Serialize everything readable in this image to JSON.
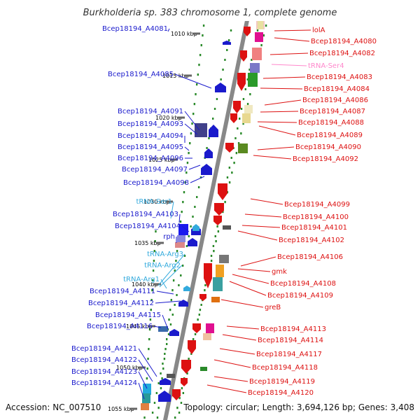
{
  "title": "Burkholderia sp. 383 chromosome 1, complete genome",
  "footer": {
    "accession": "Accession: NC_007510",
    "info": "Topology: circular; Length: 3,694,126 bp; Genes: 3,408"
  },
  "colors": {
    "left_gene": "#1a1acc",
    "right_gene": "#dd1111",
    "trna": "#33aadd",
    "trna_right": "#ff88cc",
    "axis": "#888888",
    "dots": "#2a8a2a"
  },
  "kbp_marks": [
    "1010 kbp",
    "1015 kbp",
    "1020 kbp",
    "1025 kbp",
    "1030 kbp",
    "1035 kbp",
    "1040 kbp",
    "1045 kbp",
    "1050 kbp",
    "1055 kbp"
  ],
  "left_labels": [
    "Bcep18194_A4081",
    "Bcep18194_A4085",
    "Bcep18194_A4091",
    "Bcep18194_A4093",
    "Bcep18194_A4094",
    "Bcep18194_A4095",
    "Bcep18194_A4096",
    "Bcep18194_A4097",
    "Bcep18194_A4098",
    "tRNA-Ser1",
    "Bcep18194_A4103",
    "Bcep18194_A4104",
    "rph",
    "tRNA-Arg3",
    "tRNA-Arg2",
    "tRNA-Arg1",
    "Bcep18194_A4111",
    "Bcep18194_A4112",
    "Bcep18194_A4115",
    "Bcep18194_A4116",
    "Bcep18194_A4121",
    "Bcep18194_A4122",
    "Bcep18194_A4123",
    "Bcep18194_A4124"
  ],
  "right_labels": [
    "lolA",
    "Bcep18194_A4080",
    "Bcep18194_A4082",
    "tRNA-Ser4",
    "Bcep18194_A4083",
    "Bcep18194_A4084",
    "Bcep18194_A4086",
    "Bcep18194_A4087",
    "Bcep18194_A4088",
    "Bcep18194_A4089",
    "Bcep18194_A4090",
    "Bcep18194_A4092",
    "Bcep18194_A4099",
    "Bcep18194_A4100",
    "Bcep18194_A4101",
    "Bcep18194_A4102",
    "Bcep18194_A4106",
    "gmk",
    "Bcep18194_A4108",
    "Bcep18194_A4109",
    "greB",
    "Bcep18194_A4113",
    "Bcep18194_A4114",
    "Bcep18194_A4117",
    "Bcep18194_A4118",
    "Bcep18194_A4119",
    "Bcep18194_A4120"
  ]
}
